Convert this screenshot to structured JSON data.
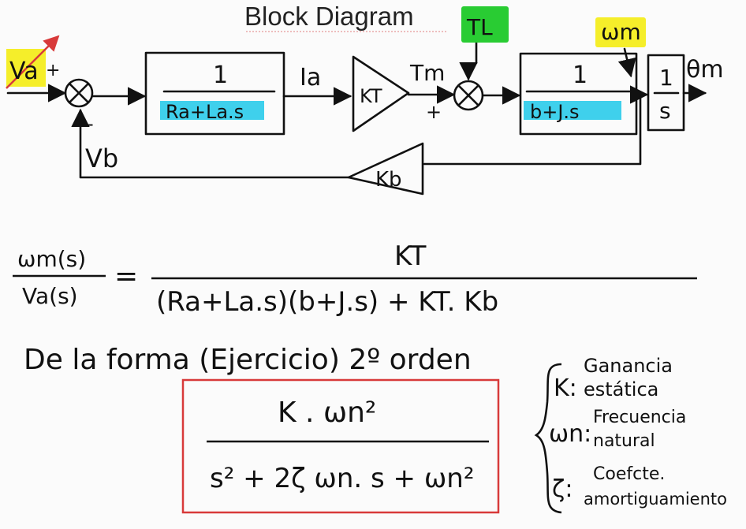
{
  "title": "Block Diagram",
  "diagram": {
    "input_label": "Va",
    "input_sign": "+",
    "feedback_sign": "-",
    "feedback_label": "Vb",
    "block1": {
      "num": "1",
      "den": "Ra+La.s"
    },
    "current_label": "Ia",
    "gain_kt": "KT",
    "torque_label": "Tm",
    "torque_sign": "+",
    "load_torque_label": "TL",
    "block2": {
      "num": "1",
      "den": "b+J.s"
    },
    "speed_label": "ωm",
    "integrator": {
      "num": "1",
      "den": "s"
    },
    "output_label": "θm",
    "gain_kb": "Kb"
  },
  "transfer_function": {
    "lhs_num": "ωm(s)",
    "lhs_den": "Va(s)",
    "eq": "=",
    "num": "KT",
    "den": "(Ra+La.s)(b+J.s) + KT. Kb"
  },
  "form_text": "De la forma (Ejercicio) 2º orden",
  "standard_form": {
    "num": "K . ωn²",
    "den": "s² + 2ζ ωn. s + ωn²"
  },
  "legend": [
    {
      "sym": "K:",
      "line1": "Ganancia",
      "line2": "estática"
    },
    {
      "sym": "ωn:",
      "line1": "Frecuencia",
      "line2": "natural"
    },
    {
      "sym": "ζ:",
      "line1": "Coefcte.",
      "line2": "amortiguamiento"
    }
  ],
  "colors": {
    "cyan_highlight": "#3fd0ec",
    "yellow_highlight": "#f5ee2a",
    "green_highlight": "#29cc33",
    "red_box": "#d83a3a",
    "ink": "#111111"
  }
}
